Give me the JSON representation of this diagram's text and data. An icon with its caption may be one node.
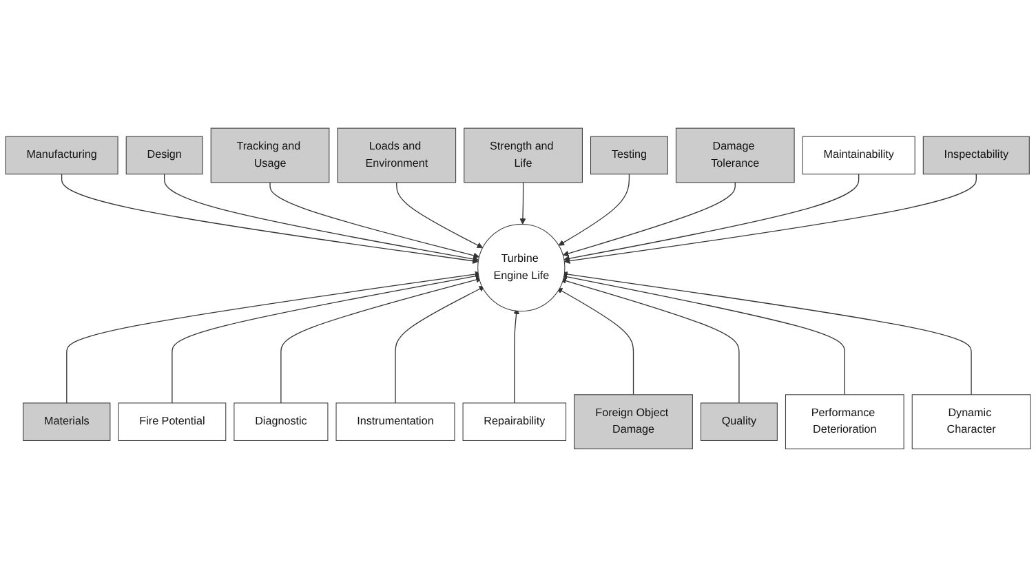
{
  "diagram": {
    "nodes": [
      {
        "text": [
          "Manufacturing"
        ]
      },
      {
        "text": [
          "Design"
        ]
      },
      {
        "text": [
          "Tracking and Usage"
        ]
      },
      {
        "text": [
          "Loads and Environment"
        ]
      },
      {
        "text": [
          "Strength and Life"
        ]
      },
      {
        "text": [
          "Testing"
        ]
      },
      {
        "text": [
          "Damage Tolerance"
        ]
      },
      {
        "text": [
          "Maintainability"
        ]
      },
      {
        "text": [
          "Materials"
        ]
      },
      {
        "text": [
          "Inspectability"
        ]
      },
      {
        "text": [
          "Turbine Engine Life"
        ]
      },
      {
        "text": [
          "Fire Potential"
        ]
      },
      {
        "text": [
          "Diagnostic"
        ]
      },
      {
        "text": [
          "Instrumentation"
        ]
      },
      {
        "text": [
          "Repairability"
        ]
      },
      {
        "text": [
          "Foreign Object Damage"
        ]
      },
      {
        "text": [
          "Quality"
        ]
      },
      {
        "text": [
          "Performance Deterioration"
        ]
      },
      {
        "text": [
          "Dynamic Character"
        ]
      }
    ],
    "edges": [
      {
        "from": 0,
        "to": 10,
        "arrow": "to"
      },
      {
        "from": 1,
        "to": 10,
        "arrow": "to"
      },
      {
        "from": 2,
        "to": 10,
        "arrow": "to"
      },
      {
        "from": 3,
        "to": 10,
        "arrow": "to"
      },
      {
        "from": 4,
        "to": 10,
        "arrow": "to"
      },
      {
        "from": 5,
        "to": 10,
        "arrow": "to"
      },
      {
        "from": 6,
        "to": 10,
        "arrow": "to"
      },
      {
        "from": 7,
        "to": 10,
        "arrow": "to"
      },
      {
        "from": 8,
        "to": 10,
        "arrow": "to"
      },
      {
        "from": 9,
        "to": 10,
        "arrow": "to"
      },
      {
        "from": 11,
        "to": 10,
        "arrow": "to"
      },
      {
        "from": 12,
        "to": 10,
        "arrow": "to"
      },
      {
        "from": 13,
        "to": 10,
        "arrow": "to"
      },
      {
        "from": 14,
        "to": 10,
        "arrow": "to"
      },
      {
        "from": 15,
        "to": 10,
        "arrow": "to"
      },
      {
        "from": 16,
        "to": 10,
        "arrow": "to"
      },
      {
        "from": 17,
        "to": 10,
        "arrow": "to"
      },
      {
        "from": 18,
        "to": 10,
        "arrow": "to"
      }
    ]
  }
}
